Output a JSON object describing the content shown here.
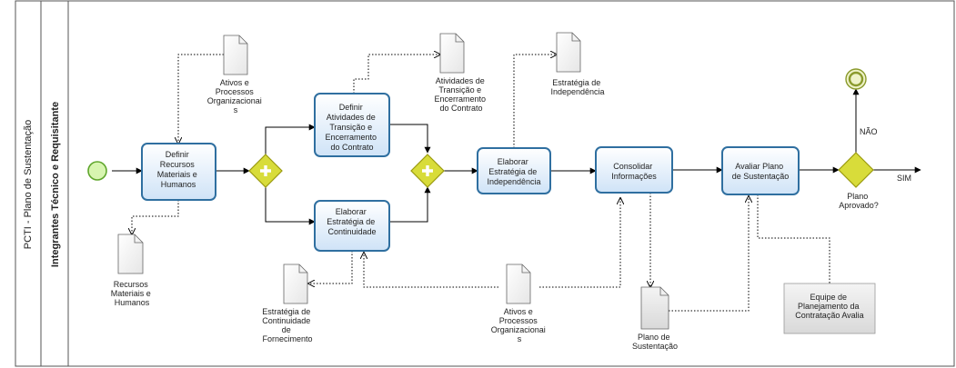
{
  "pool": {
    "label": "PCTI - Plano de Sustentação"
  },
  "lane": {
    "label": "Integrantes Técnico e Requisitante"
  },
  "tasks": [
    {
      "id": "t1",
      "lines": [
        "Definir",
        "Recursos",
        "Materiais e",
        "Humanos"
      ]
    },
    {
      "id": "t2",
      "lines": [
        "Definir",
        "Atividades de",
        "Transição e",
        "Encerramento",
        "do Contrato"
      ]
    },
    {
      "id": "t3",
      "lines": [
        "Elaborar",
        "Estratégia de",
        "Continuidade"
      ]
    },
    {
      "id": "t4",
      "lines": [
        "Elaborar",
        "Estratégia de",
        "Independência"
      ]
    },
    {
      "id": "t5",
      "lines": [
        "Consolidar",
        "Informações"
      ]
    },
    {
      "id": "t6",
      "lines": [
        "Avaliar Plano",
        "de Sustentação"
      ]
    }
  ],
  "documents": [
    {
      "id": "d1",
      "lines": [
        "Ativos e",
        "Processos",
        "Organizacionai",
        "s"
      ]
    },
    {
      "id": "d2",
      "lines": [
        "Recursos",
        "Materiais e",
        "Humanos"
      ]
    },
    {
      "id": "d3",
      "lines": [
        "Atividades de",
        "Transição e",
        "Encerramento",
        "do Contrato"
      ]
    },
    {
      "id": "d4",
      "lines": [
        "Estratégia de",
        "Independência"
      ]
    },
    {
      "id": "d5",
      "lines": [
        "Estratégia de",
        "Continuidade",
        "de",
        "Fornecimento"
      ]
    },
    {
      "id": "d6",
      "lines": [
        "Ativos e",
        "Processos",
        "Organizacionai",
        "s"
      ]
    },
    {
      "id": "d7",
      "lines": [
        "Plano de",
        "Sustentação"
      ]
    }
  ],
  "gateway_decision": {
    "lines": [
      "Plano",
      "Aprovado?"
    ]
  },
  "flow_labels": {
    "no": "NÃO",
    "yes": "SIM"
  },
  "annotation": {
    "lines": [
      "Equipe de",
      "Planejamento da",
      "Contratação Avalia"
    ]
  },
  "colors": {
    "task_fill_top": "#ffffff",
    "task_fill_bottom": "#cfe3f7",
    "task_stroke": "#2f6fa0",
    "gateway_fill": "#d8dc3a",
    "gateway_stroke": "#9a9a10",
    "start_fill": "#d7f5b0",
    "start_stroke": "#5fa62c",
    "end_fill": "#eef2c8",
    "end_stroke": "#8a9a2c",
    "line": "#000000"
  }
}
